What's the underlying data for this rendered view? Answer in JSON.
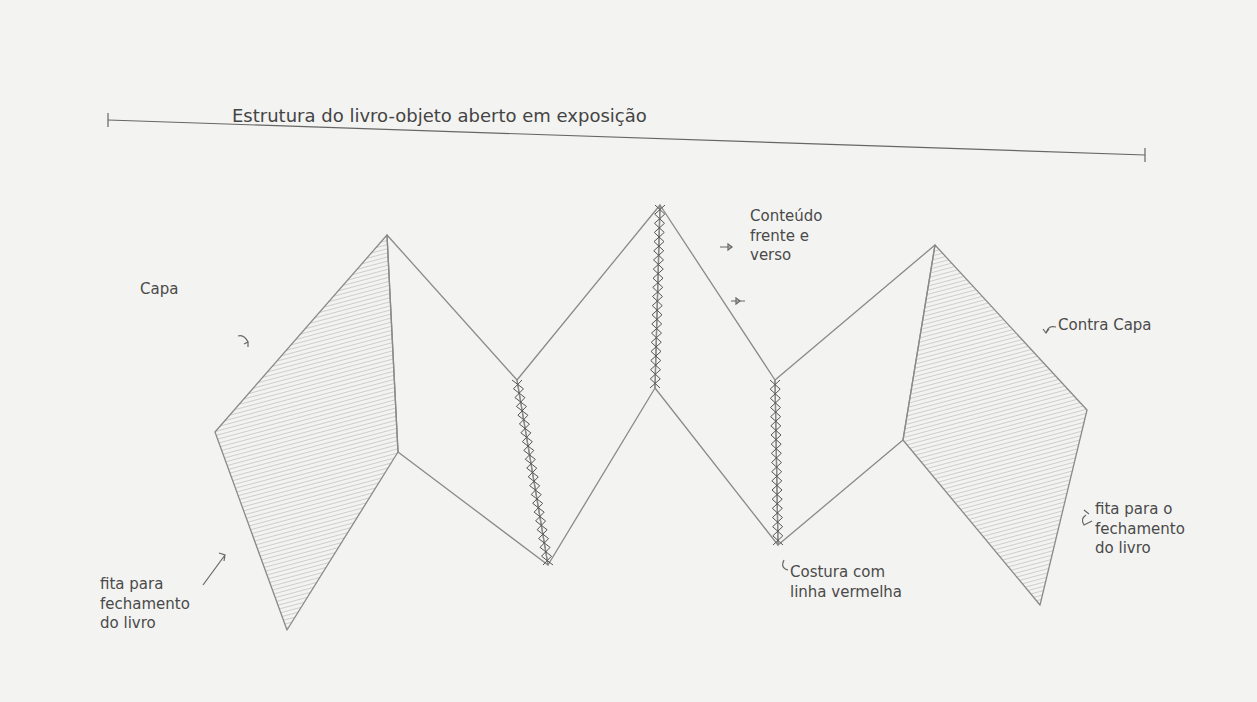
{
  "diagram": {
    "title": "Estrutura do livro-objeto aberto em exposição",
    "labels": [
      "Capa",
      "Conteúdo frente e verso",
      "Contra Capa",
      "fita para fechamento do livro",
      "Costura com linha vermelha",
      "fita para o fechamento do livro"
    ]
  }
}
